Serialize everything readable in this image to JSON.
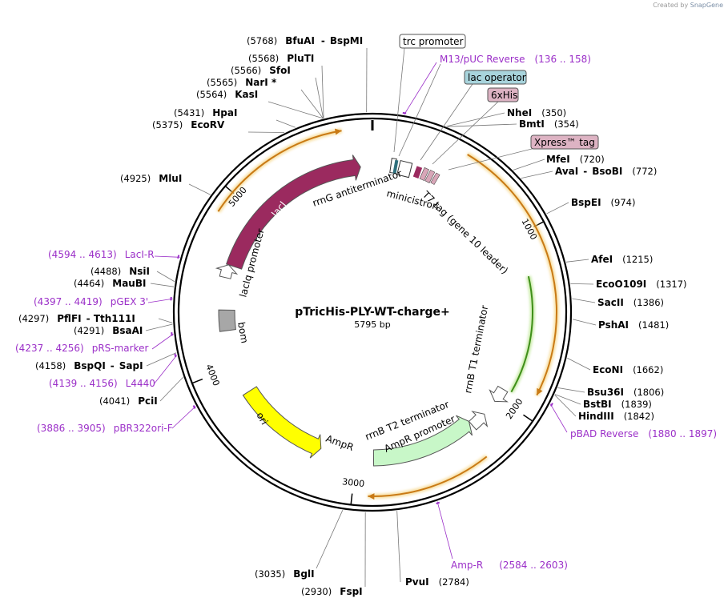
{
  "credit": {
    "prefix": "Created by",
    "brand": "SnapGene"
  },
  "plasmid": {
    "name": "pTricHis-PLY-WT-charge+",
    "length": "5795 bp",
    "length_bp": 5795
  },
  "ticks": [
    {
      "label": "1000",
      "bp": 1000
    },
    {
      "label": "2000",
      "bp": 2000
    },
    {
      "label": "3000",
      "bp": 3000
    },
    {
      "label": "4000",
      "bp": 4000
    },
    {
      "label": "5000",
      "bp": 5000
    }
  ],
  "enzymes": [
    {
      "name": "BfuAI",
      "extra": "BspMI",
      "pos": "(5768)",
      "bp": 5768,
      "side": "left"
    },
    {
      "name": "PluTI",
      "pos": "(5568)",
      "bp": 5568,
      "side": "left"
    },
    {
      "name": "SfoI",
      "pos": "(5566)",
      "bp": 5566,
      "side": "left"
    },
    {
      "name": "NarI *",
      "pos": "(5565)",
      "bp": 5565,
      "side": "left"
    },
    {
      "name": "KasI",
      "pos": "(5564)",
      "bp": 5564,
      "side": "left"
    },
    {
      "name": "HpaI",
      "pos": "(5431)",
      "bp": 5431,
      "side": "left"
    },
    {
      "name": "EcoRV",
      "pos": "(5375)",
      "bp": 5375,
      "side": "left"
    },
    {
      "name": "MluI",
      "pos": "(4925)",
      "bp": 4925,
      "side": "left"
    },
    {
      "name": "NsiI",
      "pos": "(4488)",
      "bp": 4488,
      "side": "left"
    },
    {
      "name": "MauBI",
      "pos": "(4464)",
      "bp": 4464,
      "side": "left"
    },
    {
      "name": "PflFI",
      "extra": "Tth111I",
      "pos": "(4297)",
      "bp": 4297,
      "side": "left"
    },
    {
      "name": "BsaAI",
      "pos": "(4291)",
      "bp": 4291,
      "side": "left"
    },
    {
      "name": "BspQI",
      "extra": "SapI",
      "pos": "(4158)",
      "bp": 4158,
      "side": "left"
    },
    {
      "name": "PciI",
      "pos": "(4041)",
      "bp": 4041,
      "side": "left"
    },
    {
      "name": "BglI",
      "pos": "(3035)",
      "bp": 3035,
      "side": "left"
    },
    {
      "name": "FspI",
      "pos": "(2930)",
      "bp": 2930,
      "side": "left"
    },
    {
      "name": "PvuI",
      "pos": "(2784)",
      "bp": 2784,
      "side": "right"
    },
    {
      "name": "NheI",
      "pos": "(350)",
      "bp": 350,
      "side": "right"
    },
    {
      "name": "BmtI",
      "pos": "(354)",
      "bp": 354,
      "side": "right"
    },
    {
      "name": "MfeI",
      "pos": "(720)",
      "bp": 720,
      "side": "right"
    },
    {
      "name": "AvaI",
      "extra": "BsoBI",
      "pos": "(772)",
      "bp": 772,
      "side": "right"
    },
    {
      "name": "BspEI",
      "pos": "(974)",
      "bp": 974,
      "side": "right"
    },
    {
      "name": "AfeI",
      "pos": "(1215)",
      "bp": 1215,
      "side": "right"
    },
    {
      "name": "EcoO109I",
      "pos": "(1317)",
      "bp": 1317,
      "side": "right"
    },
    {
      "name": "SacII",
      "pos": "(1386)",
      "bp": 1386,
      "side": "right"
    },
    {
      "name": "PshAI",
      "pos": "(1481)",
      "bp": 1481,
      "side": "right"
    },
    {
      "name": "EcoNI",
      "pos": "(1662)",
      "bp": 1662,
      "side": "right"
    },
    {
      "name": "Bsu36I",
      "pos": "(1806)",
      "bp": 1806,
      "side": "right"
    },
    {
      "name": "BstBI",
      "pos": "(1839)",
      "bp": 1839,
      "side": "right"
    },
    {
      "name": "HindIII",
      "pos": "(1842)",
      "bp": 1842,
      "side": "right"
    }
  ],
  "primers": [
    {
      "name": "M13/pUC Reverse",
      "range": "(136 .. 158)",
      "bp": 147,
      "side": "right"
    },
    {
      "name": "pBAD Reverse",
      "range": "(1880 .. 1897)",
      "bp": 1888,
      "side": "right"
    },
    {
      "name": "Amp-R",
      "range": "(2584 .. 2603)",
      "bp": 2593,
      "side": "right"
    },
    {
      "name": "pBR322ori-F",
      "range": "(3886 .. 3905)",
      "bp": 3895,
      "side": "left"
    },
    {
      "name": "L4440",
      "range": "(4139 .. 4156)",
      "bp": 4147,
      "side": "left"
    },
    {
      "name": "pRS-marker",
      "range": "(4237 .. 4256)",
      "bp": 4246,
      "side": "left"
    },
    {
      "name": "pGEX 3'",
      "range": "(4397 .. 4419)",
      "bp": 4408,
      "side": "left"
    },
    {
      "name": "LacI-R",
      "range": "(4594 .. 4613)",
      "bp": 4603,
      "side": "left"
    }
  ],
  "boxed_features": [
    {
      "name": "trc promoter",
      "fill": "#ffffff",
      "stroke": "#555555"
    },
    {
      "name": "lac operator",
      "fill": "#a8d4dc",
      "stroke": "#555555"
    },
    {
      "name": "6xHis",
      "fill": "#ddb3c3",
      "stroke": "#555555"
    },
    {
      "name": "Xpress™ tag",
      "fill": "#ddb3c3",
      "stroke": "#555555"
    }
  ],
  "arc_features": [
    {
      "name": "lacI",
      "color": "#9b2a5f",
      "start": 4640,
      "end": 5720,
      "dir": "cw"
    },
    {
      "name": "ori",
      "color": "#ffff00",
      "start": 3230,
      "end": 3820,
      "dir": "ccw"
    },
    {
      "name": "AmpR",
      "color": "#c8f7c8",
      "start": 2230,
      "end": 2890,
      "dir": "ccw"
    },
    {
      "name": "bom",
      "color": "#a7a7a7",
      "start": 4230,
      "end": 4360,
      "dir": "none"
    },
    {
      "name": "lacIq promoter",
      "color": "#ffffff",
      "start": 4560,
      "end": 4640,
      "dir": "cw"
    },
    {
      "name": "AmpR promoter",
      "color": "#ffffff",
      "start": 2130,
      "end": 2230,
      "dir": "ccw"
    },
    {
      "name": "rrnB T1 terminator",
      "color": "#ffffff",
      "start": 1940,
      "end": 2030,
      "dir": "cw"
    }
  ],
  "inner_labels": {
    "lacI": "lacI",
    "ori": "ori",
    "AmpR": "AmpR",
    "bom": "bom",
    "lacIq": "lacIq promoter",
    "rrnG": "rrnG antiterminator",
    "minicistron": "minicistron",
    "t7": "T7 tag (gene 10 leader)",
    "rrnB_T1": "rrnB T1 terminator",
    "rrnB_T2": "rrnB T2 terminator",
    "AmpR_promoter": "AmpR promoter"
  },
  "outer_arrows": [
    {
      "bp_start": 4880,
      "bp_end": 5640,
      "color": "#e5a33a"
    },
    {
      "bp_start": 500,
      "bp_end": 1880,
      "color": "#e5a33a"
    },
    {
      "bp_start": 2280,
      "bp_end": 2920,
      "color": "#e5a33a"
    }
  ],
  "inner_arrow": {
    "bp_start": 1240,
    "bp_end": 1930,
    "color": "#6bbf3a"
  }
}
